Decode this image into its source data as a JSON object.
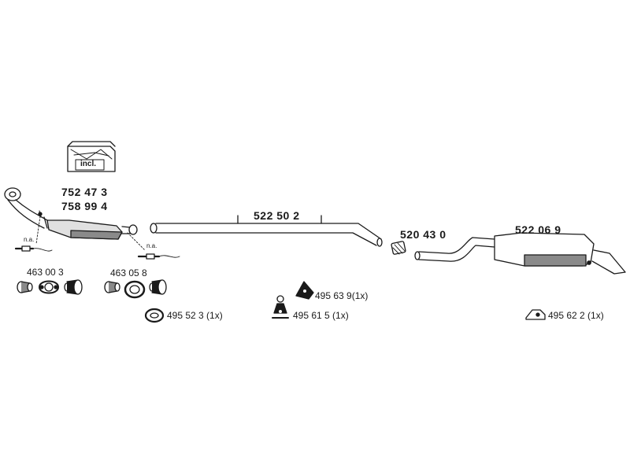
{
  "kit_box": {
    "label": "incl."
  },
  "labels": {
    "catalyst_a": "752 47 3",
    "catalyst_b": "758 99 4",
    "center_pipe": "522 50 2",
    "connector": "520 43 0",
    "rear_silencer": "522 06 9",
    "kit_front": "463 00 3",
    "kit_mid": "463 05 8",
    "part_495639": "495 63 9(1x)",
    "part_495523": "495 52 3  (1x)",
    "part_495615": "495 61 5 (1x)",
    "part_495622": "495 62 2   (1x)",
    "na_1": "n.a.",
    "na_2": "n.a."
  },
  "colors": {
    "line": "#1a1a1a",
    "shade": "#8a8a8a",
    "light": "#d6d6d6"
  },
  "icons": [
    "exhaust-kit-box-icon",
    "catalyst-icon",
    "center-pipe-icon",
    "pipe-connector-icon",
    "rear-silencer-icon",
    "clamp-icon",
    "gasket-icon",
    "lambda-sensor-icon",
    "rubber-hanger-icon",
    "bracket-icon",
    "mounting-bracket-icon"
  ]
}
